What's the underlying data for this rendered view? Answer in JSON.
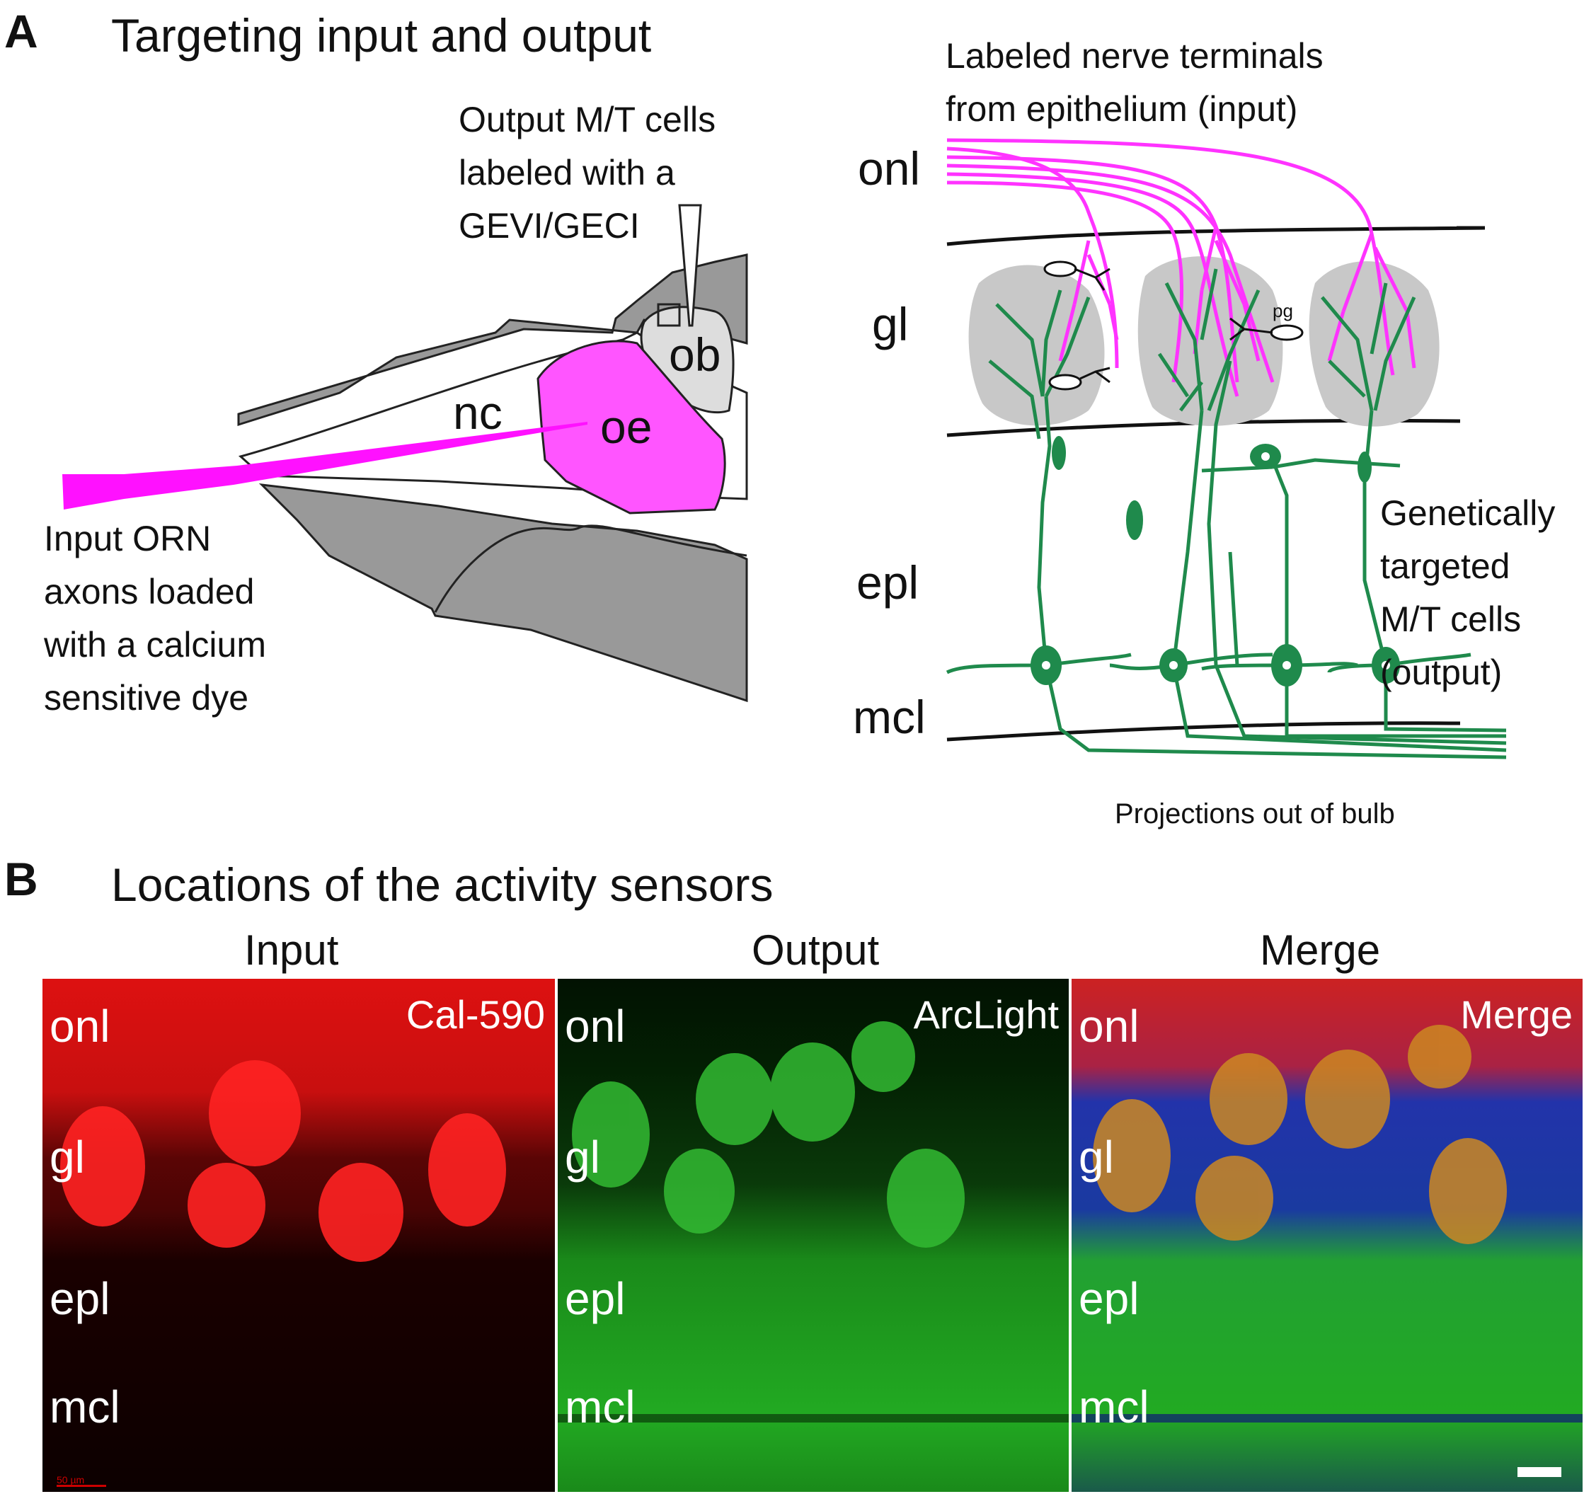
{
  "panel_a": {
    "letter": "A",
    "title": "Targeting input and output",
    "output_label": [
      "Output M/T cells",
      "labeled with a",
      "GEVI/GECI"
    ],
    "ob": "ob",
    "nc": "nc",
    "oe": "oe",
    "input_label": [
      "Input ORN",
      "axons loaded",
      "with a calcium",
      "sensitive dye"
    ],
    "terminals_label": [
      "Labeled nerve terminals",
      "from epithelium (input)"
    ],
    "layers": {
      "onl": "onl",
      "gl": "gl",
      "epl": "epl",
      "mcl": "mcl"
    },
    "pg": "pg",
    "targeted_label": [
      "Genetically",
      "targeted",
      "M/T cells",
      "(output)"
    ],
    "projections": "Projections out of bulb"
  },
  "panel_b": {
    "letter": "B",
    "title": "Locations of the activity sensors",
    "columns": [
      "Input",
      "Output",
      "Merge"
    ],
    "tags": [
      "Cal-590",
      "ArcLight",
      "Merge"
    ],
    "layers": [
      "onl",
      "gl",
      "epl",
      "mcl"
    ],
    "scale_text": "50 µm"
  },
  "colors": {
    "magenta": "#ff33ff",
    "green": "#1f8a4c",
    "gray_tissue": "#999999",
    "glomerulus": "#c8c8c8",
    "input_red": "#ff1a1a",
    "output_green": "#22dd22",
    "merge_blue": "#2233dd"
  }
}
